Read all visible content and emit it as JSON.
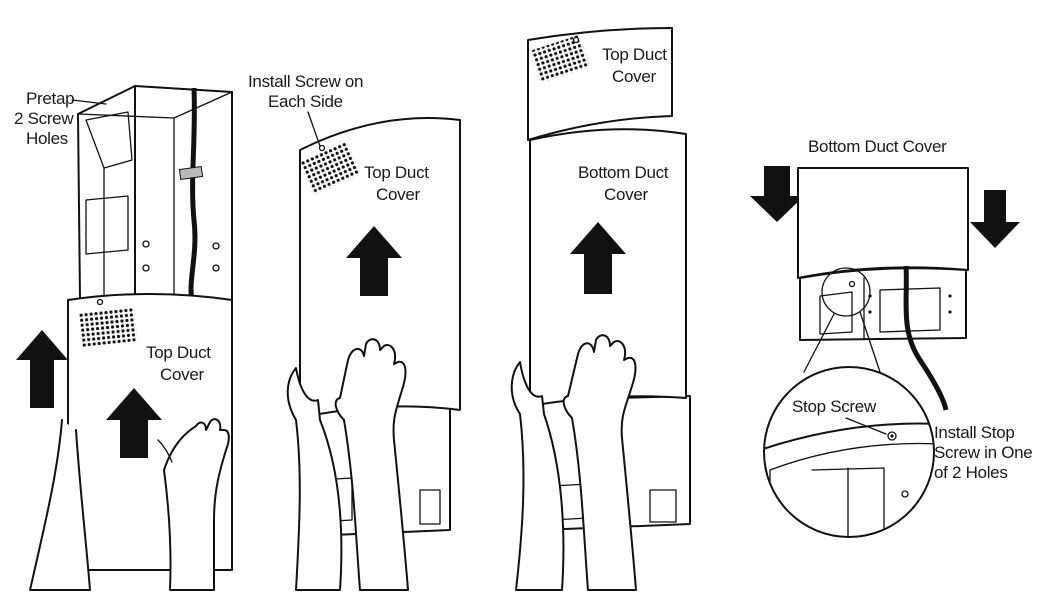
{
  "labels": {
    "pretap_line1": "Pretap",
    "pretap_line2": "2 Screw",
    "pretap_line3": "Holes",
    "panel1_cover_line1": "Top Duct",
    "panel1_cover_line2": "Cover",
    "install_screw_line1": "Install Screw on",
    "install_screw_line2": "Each Side",
    "panel2_cover_line1": "Top Duct",
    "panel2_cover_line2": "Cover",
    "panel3_top_line1": "Top Duct",
    "panel3_top_line2": "Cover",
    "panel3_bottom_line1": "Bottom Duct",
    "panel3_bottom_line2": "Cover",
    "panel4_bottom_cover": "Bottom Duct Cover",
    "stop_screw": "Stop Screw",
    "install_stop_line1": "Install Stop",
    "install_stop_line2": "Screw in One",
    "install_stop_line3": "of 2 Holes"
  },
  "colors": {
    "ink": "#111111",
    "paper": "#ffffff"
  },
  "icons": [
    "up-arrow-icon",
    "down-arrow-icon",
    "hand-icon",
    "vent-grille-icon",
    "screw-icon",
    "magnifier-circle-icon"
  ]
}
